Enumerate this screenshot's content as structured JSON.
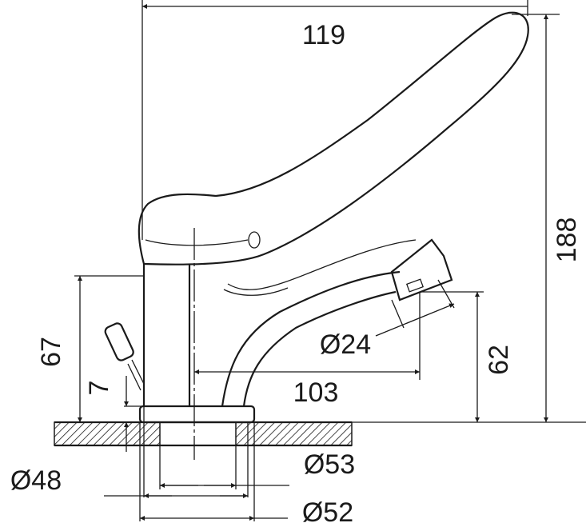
{
  "title": "Faucet dimension drawing",
  "dimensions": {
    "width_top": "119",
    "height_total": "188",
    "height_body": "67",
    "counter_thickness": "7",
    "spout_height": "62",
    "spout_diameter": "Ø24",
    "spout_reach": "103",
    "diameter_48": "Ø48",
    "diameter_53": "Ø53",
    "diameter_52": "Ø52"
  },
  "colors": {
    "line": "#1a1a1a",
    "background": "#ffffff"
  }
}
